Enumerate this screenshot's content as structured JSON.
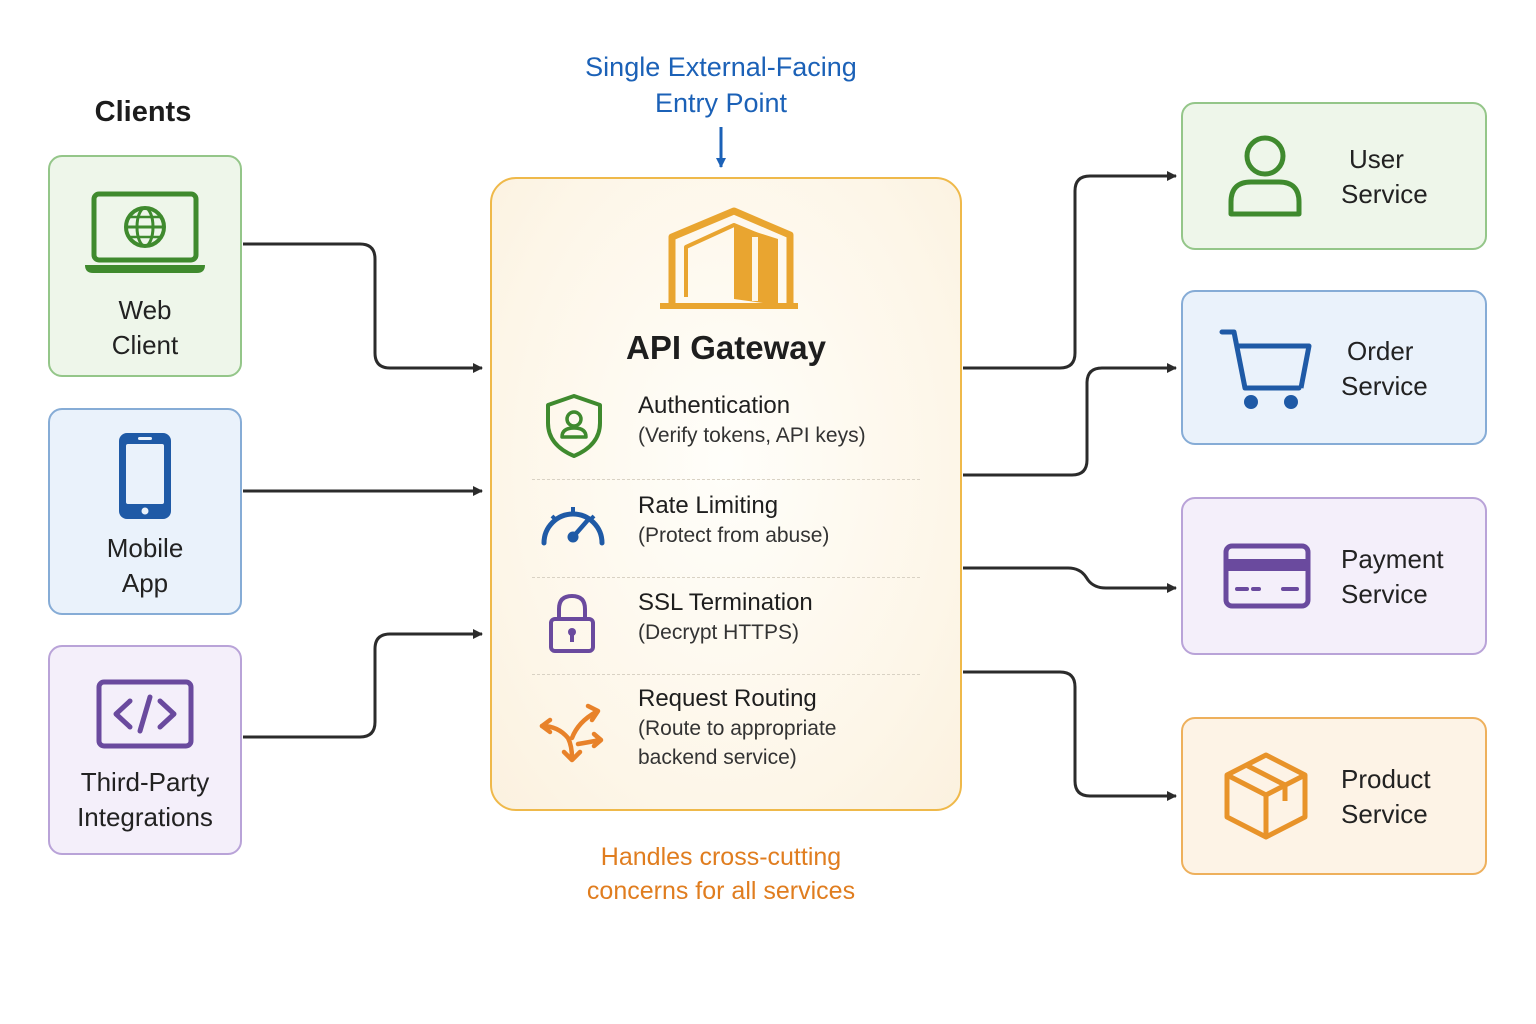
{
  "clients": {
    "heading": "Clients",
    "items": [
      {
        "line1": "Web",
        "line2": "Client",
        "icon": "laptop-globe-icon"
      },
      {
        "line1": "Mobile",
        "line2": "App",
        "icon": "mobile-phone-icon"
      },
      {
        "line1": "Third-Party",
        "line2": "Integrations",
        "icon": "code-brackets-icon"
      }
    ]
  },
  "entry_point": {
    "line1": "Single External-Facing",
    "line2": "Entry Point"
  },
  "gateway": {
    "title": "API Gateway",
    "features": [
      {
        "title": "Authentication",
        "desc1": "(Verify tokens, API keys)",
        "desc2": "",
        "icon": "shield-user-icon"
      },
      {
        "title": "Rate Limiting",
        "desc1": "(Protect from abuse)",
        "desc2": "",
        "icon": "speedometer-icon"
      },
      {
        "title": "SSL Termination",
        "desc1": "(Decrypt HTTPS)",
        "desc2": "",
        "icon": "padlock-icon"
      },
      {
        "title": "Request Routing",
        "desc1": "(Route to appropriate",
        "desc2": "backend service)",
        "icon": "routing-arrows-icon"
      }
    ]
  },
  "cross_cutting": {
    "line1": "Handles cross-cutting",
    "line2": "concerns for all services"
  },
  "services": [
    {
      "line1": "User",
      "line2": "Service",
      "icon": "user-icon"
    },
    {
      "line1": "Order",
      "line2": "Service",
      "icon": "shopping-cart-icon"
    },
    {
      "line1": "Payment",
      "line2": "Service",
      "icon": "credit-card-icon"
    },
    {
      "line1": "Product",
      "line2": "Service",
      "icon": "package-box-icon"
    }
  ],
  "colors": {
    "green": "#3f8a2e",
    "blue": "#1f5aa6",
    "purple": "#6a4a9e",
    "orange": "#e8932a",
    "gateway_gold": "#e9a530",
    "connector": "#2b2b2b"
  }
}
